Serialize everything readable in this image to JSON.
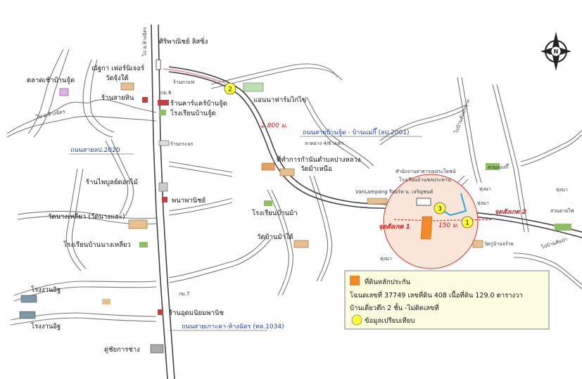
{
  "places": {
    "sripanich": "ศิริพาณิชย์ ลิสซิ่ง",
    "nattika": "ณัฐกา เฟอร์นิเจอร์",
    "wat_jungtai": "วัดจุ้งใต้",
    "talad": "ตลาดเช้าบ้านจู้ด",
    "ran_saihin": "ร้านสายหิน",
    "kor_6": "กม.6",
    "ran_food": "ร้านกาแฟ",
    "carcare": "ร้านคาร์แคร์บ้านจู้ด",
    "school_jud": "โรงเรียนบ้านจู้ด",
    "kor_chang": "ร้านกระจก",
    "annafarm": "แอนนาฟาร์มไก่ไข่",
    "office": "ที่ทำการกำนันตำบลปางหลวง",
    "wat_manua": "วัดม้าเหนือ",
    "ran_flower": "ร้านไพบูลย์ดอกไม้",
    "panapanich": "พนาพานิชย์",
    "school_ma": "โรงเรียนบ้านม้า",
    "wat_mahlai": "วัดบ้านม้าใต้",
    "wat_nanghiao": "วัดนางเหลียว (วัดนางแฮะ)",
    "school_nang": "โรงเรียนบ้านนางเหลียว",
    "factory1": "โรงงานอิฐ",
    "factory2": "โรงงานอิฐ",
    "kor_7": "กม.7",
    "ran_udom": "ร้านอุดมนิยมพานิช",
    "dee_service": "ดู่ชัยการช่าง",
    "health": "สำนักงานสาธารณประโยชน์",
    "school_gr": "โรงเรียนบ้านชลประทาน",
    "vanlampang": "VanLampang",
    "resort": "รีสอร์ท น. เจริญชนต์",
    "suanlong": "สวนลองกึ๊",
    "thungna1": "ทุ่งนา",
    "thungna2": "ทุ่งนา",
    "thungna3": "ทุ่งนา",
    "suanyang": "สวนยายไฟ",
    "wat_kuban": "วัดกู่บ้านจร้าย",
    "to_sanfan": "ไปบ้านสันป่า",
    "to_left": "ไป อ.ห้างฉัตร",
    "to_top": "ไป อ.ห้างฉัตร",
    "to_ne": "ไปบ้านสันป่าซาง"
  },
  "roads": {
    "road_2020": "ถนนสายลป.2020",
    "road_2001": "ถนนสายบ้านจู้ด - บ้านแม่กึ๊ (ลป.2001)",
    "road_width": "ลาดยาง 4/6 เมตร",
    "road_1034": "ถนนสายเกาะคา-ห้างฉัตร (ทล.1034)",
    "dist_2800": "2,800 ม.",
    "dist_150": "150 ม.",
    "point1": "จุดสังเกต 1",
    "point2": "จุดสังเกต 2"
  },
  "markers": {
    "m1": "1",
    "m2": "2",
    "m3": "3"
  },
  "compass": {
    "letter": "N"
  },
  "legend": {
    "title": "ที่ดินหลักประกัน",
    "deed": "โฉนดเลขที่ 37749 เลขที่ดิน 408 เนื้อที่ดิน 129.0 ตารางวา",
    "house": "บ้านเดี่ยวตึก 2 ชั้น -ไม่ติดเลขที่",
    "compare": "ข้อมูลเปรียบเทียบ"
  },
  "colors": {
    "road": "#555555",
    "highlight_circle": "#f9e6d8",
    "circle_border": "#e03030",
    "collateral": "#f08a2a",
    "marker": "#ffff33",
    "blue_route": "#2aa8d8",
    "red_route": "#e03030",
    "pink_route": "#e8a0b0"
  }
}
